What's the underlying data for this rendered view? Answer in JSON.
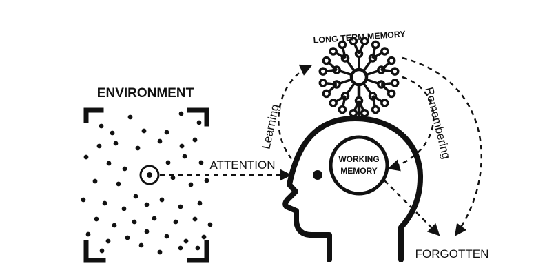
{
  "labels": {
    "environment": "ENVIRONMENT",
    "attention": "ATTENTION",
    "long_term_memory": "LONG TERM MEMORY",
    "learning": "Learning",
    "remembering": "Remembering",
    "working_memory_line1": "WORKING",
    "working_memory_line2": "MEMORY",
    "forgotten": "FORGOTTEN"
  },
  "colors": {
    "ink": "#111111",
    "background": "#ffffff"
  }
}
